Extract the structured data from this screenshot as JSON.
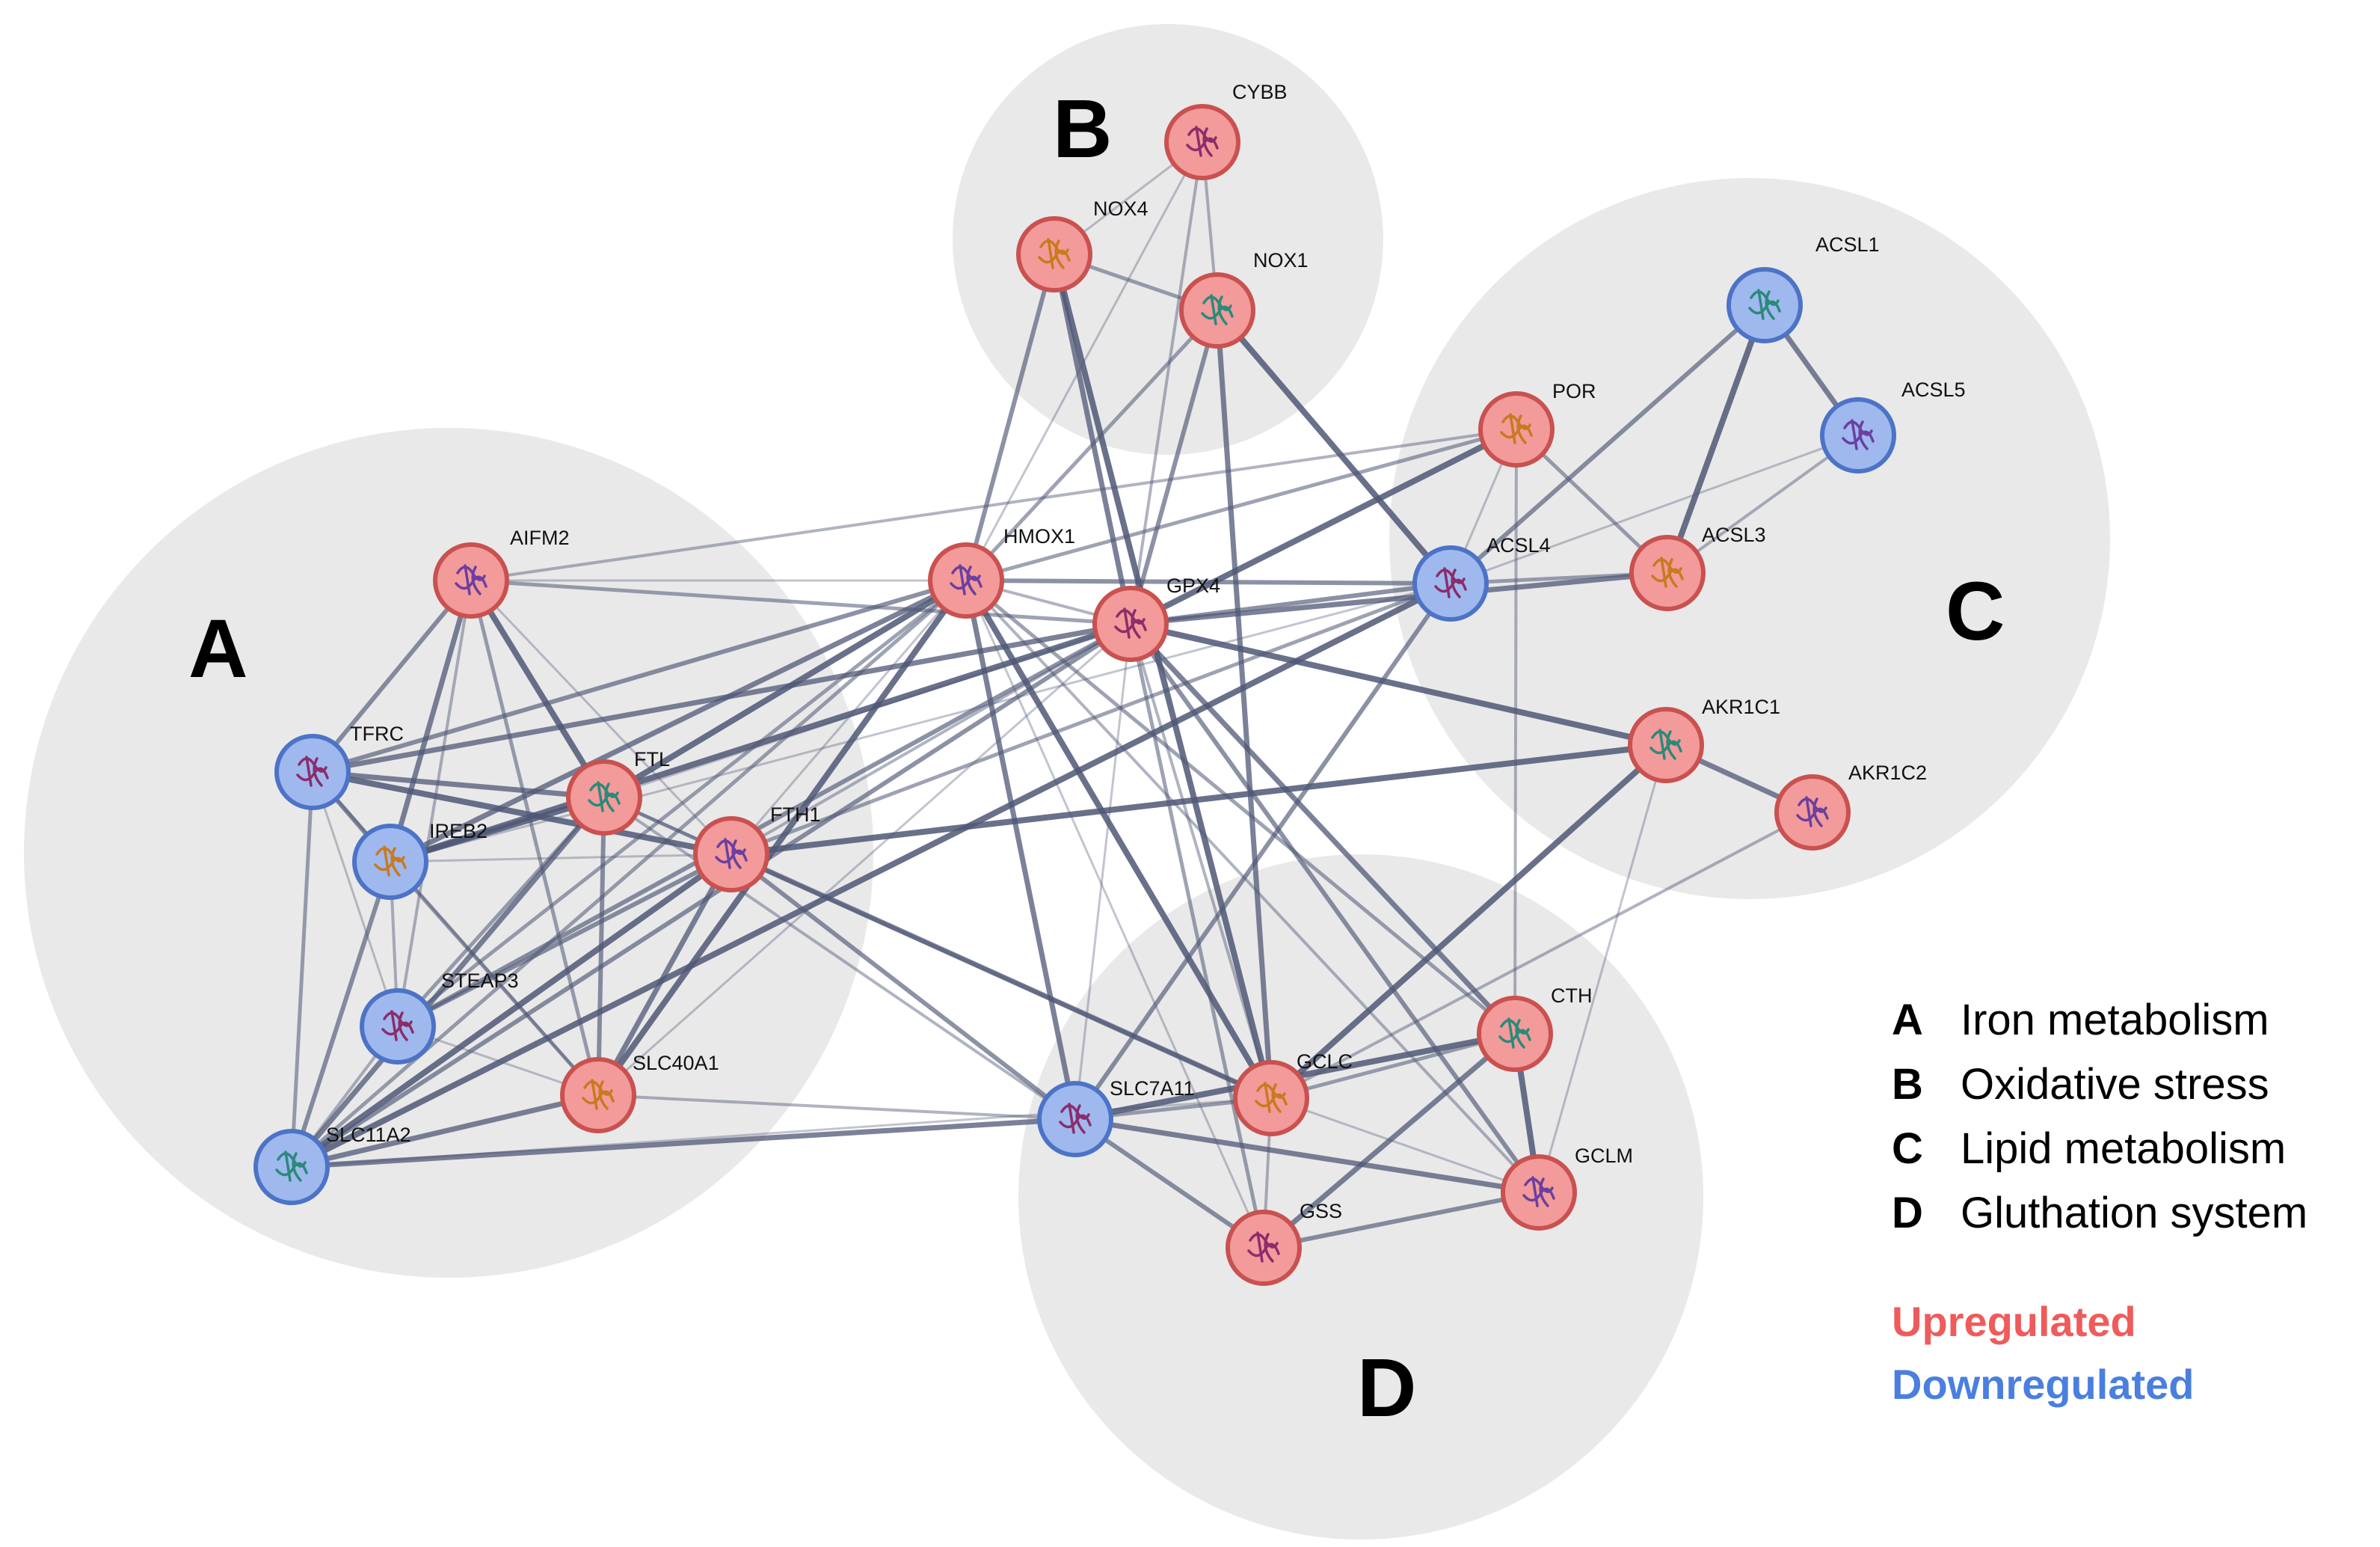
{
  "clusters": [
    {
      "id": "A",
      "label": "A",
      "description": "Iron metabolism"
    },
    {
      "id": "B",
      "label": "B",
      "description": "Oxidative stress"
    },
    {
      "id": "C",
      "label": "C",
      "description": "Lipid metabolism"
    },
    {
      "id": "D",
      "label": "D",
      "description": "Gluthation system"
    }
  ],
  "legend": {
    "upregulated": "Upregulated",
    "downregulated": "Downregulated",
    "upregulated_color": "#ef5b5b",
    "downregulated_color": "#4a7fe0"
  },
  "colors": {
    "upregulated_fill": "#f39a9a",
    "downregulated_fill": "#9fb8ee",
    "edge": "#4f5775",
    "cluster_background": "#e9e9e9"
  },
  "nodes": [
    {
      "id": "CYBB",
      "label": "CYBB",
      "status": "up",
      "cluster": "B"
    },
    {
      "id": "NOX4",
      "label": "NOX4",
      "status": "up",
      "cluster": "B"
    },
    {
      "id": "NOX1",
      "label": "NOX1",
      "status": "up",
      "cluster": "B"
    },
    {
      "id": "AIFM2",
      "label": "AIFM2",
      "status": "up",
      "cluster": "A"
    },
    {
      "id": "TFRC",
      "label": "TFRC",
      "status": "down",
      "cluster": "A"
    },
    {
      "id": "IREB2",
      "label": "IREB2",
      "status": "down",
      "cluster": "A"
    },
    {
      "id": "FTL",
      "label": "FTL",
      "status": "up",
      "cluster": "A"
    },
    {
      "id": "FTH1",
      "label": "FTH1",
      "status": "up",
      "cluster": "A"
    },
    {
      "id": "STEAP3",
      "label": "STEAP3",
      "status": "down",
      "cluster": "A"
    },
    {
      "id": "SLC40A1",
      "label": "SLC40A1",
      "status": "up",
      "cluster": "A"
    },
    {
      "id": "SLC11A2",
      "label": "SLC11A2",
      "status": "down",
      "cluster": "A"
    },
    {
      "id": "HMOX1",
      "label": "HMOX1",
      "status": "up",
      "cluster": "none"
    },
    {
      "id": "GPX4",
      "label": "GPX4",
      "status": "up",
      "cluster": "none"
    },
    {
      "id": "POR",
      "label": "POR",
      "status": "up",
      "cluster": "C"
    },
    {
      "id": "ACSL1",
      "label": "ACSL1",
      "status": "down",
      "cluster": "C"
    },
    {
      "id": "ACSL5",
      "label": "ACSL5",
      "status": "down",
      "cluster": "C"
    },
    {
      "id": "ACSL4",
      "label": "ACSL4",
      "status": "down",
      "cluster": "C"
    },
    {
      "id": "ACSL3",
      "label": "ACSL3",
      "status": "up",
      "cluster": "C"
    },
    {
      "id": "AKR1C1",
      "label": "AKR1C1",
      "status": "up",
      "cluster": "C"
    },
    {
      "id": "AKR1C2",
      "label": "AKR1C2",
      "status": "up",
      "cluster": "C"
    },
    {
      "id": "SLC7A11",
      "label": "SLC7A11",
      "status": "down",
      "cluster": "D"
    },
    {
      "id": "GCLC",
      "label": "GCLC",
      "status": "up",
      "cluster": "D"
    },
    {
      "id": "CTH",
      "label": "CTH",
      "status": "up",
      "cluster": "D"
    },
    {
      "id": "GCLM",
      "label": "GCLM",
      "status": "up",
      "cluster": "D"
    },
    {
      "id": "GSS",
      "label": "GSS",
      "status": "up",
      "cluster": "D"
    }
  ],
  "edges": [
    [
      "CYBB",
      "NOX4"
    ],
    [
      "CYBB",
      "NOX1"
    ],
    [
      "NOX4",
      "NOX1"
    ],
    [
      "NOX4",
      "HMOX1"
    ],
    [
      "NOX4",
      "GPX4"
    ],
    [
      "NOX4",
      "GCLC"
    ],
    [
      "CYBB",
      "HMOX1"
    ],
    [
      "CYBB",
      "GPX4"
    ],
    [
      "NOX1",
      "HMOX1"
    ],
    [
      "NOX1",
      "GPX4"
    ],
    [
      "NOX1",
      "GCLC"
    ],
    [
      "NOX1",
      "ACSL4"
    ],
    [
      "AIFM2",
      "HMOX1"
    ],
    [
      "AIFM2",
      "POR"
    ],
    [
      "AIFM2",
      "GPX4"
    ],
    [
      "AIFM2",
      "TFRC"
    ],
    [
      "AIFM2",
      "IREB2"
    ],
    [
      "AIFM2",
      "FTL"
    ],
    [
      "AIFM2",
      "FTH1"
    ],
    [
      "AIFM2",
      "STEAP3"
    ],
    [
      "AIFM2",
      "SLC40A1"
    ],
    [
      "TFRC",
      "IREB2"
    ],
    [
      "TFRC",
      "FTL"
    ],
    [
      "TFRC",
      "FTH1"
    ],
    [
      "TFRC",
      "STEAP3"
    ],
    [
      "TFRC",
      "SLC40A1"
    ],
    [
      "TFRC",
      "SLC11A2"
    ],
    [
      "TFRC",
      "HMOX1"
    ],
    [
      "TFRC",
      "GPX4"
    ],
    [
      "IREB2",
      "FTL"
    ],
    [
      "IREB2",
      "FTH1"
    ],
    [
      "IREB2",
      "STEAP3"
    ],
    [
      "IREB2",
      "SLC40A1"
    ],
    [
      "IREB2",
      "SLC11A2"
    ],
    [
      "IREB2",
      "HMOX1"
    ],
    [
      "IREB2",
      "GPX4"
    ],
    [
      "IREB2",
      "ACSL4"
    ],
    [
      "FTL",
      "FTH1"
    ],
    [
      "FTL",
      "STEAP3"
    ],
    [
      "FTL",
      "SLC40A1"
    ],
    [
      "FTL",
      "SLC11A2"
    ],
    [
      "FTL",
      "HMOX1"
    ],
    [
      "FTL",
      "GPX4"
    ],
    [
      "FTL",
      "SLC7A11"
    ],
    [
      "FTL",
      "GCLC"
    ],
    [
      "FTH1",
      "STEAP3"
    ],
    [
      "FTH1",
      "SLC40A1"
    ],
    [
      "FTH1",
      "SLC11A2"
    ],
    [
      "FTH1",
      "HMOX1"
    ],
    [
      "FTH1",
      "GPX4"
    ],
    [
      "FTH1",
      "ACSL4"
    ],
    [
      "FTH1",
      "SLC7A11"
    ],
    [
      "FTH1",
      "GCLC"
    ],
    [
      "FTH1",
      "AKR1C1"
    ],
    [
      "STEAP3",
      "SLC40A1"
    ],
    [
      "STEAP3",
      "SLC11A2"
    ],
    [
      "STEAP3",
      "HMOX1"
    ],
    [
      "STEAP3",
      "GPX4"
    ],
    [
      "SLC40A1",
      "SLC11A2"
    ],
    [
      "SLC40A1",
      "HMOX1"
    ],
    [
      "SLC40A1",
      "GPX4"
    ],
    [
      "SLC40A1",
      "SLC7A11"
    ],
    [
      "SLC11A2",
      "HMOX1"
    ],
    [
      "SLC11A2",
      "GPX4"
    ],
    [
      "SLC11A2",
      "SLC7A11"
    ],
    [
      "SLC11A2",
      "ACSL4"
    ],
    [
      "SLC11A2",
      "GCLC"
    ],
    [
      "HMOX1",
      "GPX4"
    ],
    [
      "HMOX1",
      "POR"
    ],
    [
      "HMOX1",
      "ACSL4"
    ],
    [
      "HMOX1",
      "SLC7A11"
    ],
    [
      "HMOX1",
      "GCLC"
    ],
    [
      "HMOX1",
      "GSS"
    ],
    [
      "HMOX1",
      "GCLM"
    ],
    [
      "HMOX1",
      "CTH"
    ],
    [
      "GPX4",
      "ACSL4"
    ],
    [
      "GPX4",
      "ACSL3"
    ],
    [
      "GPX4",
      "AKR1C1"
    ],
    [
      "GPX4",
      "SLC7A11"
    ],
    [
      "GPX4",
      "GCLC"
    ],
    [
      "GPX4",
      "GSS"
    ],
    [
      "GPX4",
      "GCLM"
    ],
    [
      "GPX4",
      "CTH"
    ],
    [
      "GPX4",
      "POR"
    ],
    [
      "POR",
      "ACSL4"
    ],
    [
      "POR",
      "CTH"
    ],
    [
      "POR",
      "ACSL3"
    ],
    [
      "ACSL1",
      "ACSL4"
    ],
    [
      "ACSL1",
      "ACSL5"
    ],
    [
      "ACSL1",
      "ACSL3"
    ],
    [
      "ACSL5",
      "ACSL4"
    ],
    [
      "ACSL5",
      "ACSL3"
    ],
    [
      "ACSL4",
      "ACSL3"
    ],
    [
      "ACSL4",
      "SLC7A11"
    ],
    [
      "AKR1C1",
      "AKR1C2"
    ],
    [
      "AKR1C1",
      "GCLC"
    ],
    [
      "AKR1C1",
      "GCLM"
    ],
    [
      "AKR1C2",
      "GCLC"
    ],
    [
      "SLC7A11",
      "GCLC"
    ],
    [
      "SLC7A11",
      "GSS"
    ],
    [
      "SLC7A11",
      "GCLM"
    ],
    [
      "SLC7A11",
      "CTH"
    ],
    [
      "GCLC",
      "GCLM"
    ],
    [
      "GCLC",
      "GSS"
    ],
    [
      "GCLC",
      "CTH"
    ],
    [
      "GSS",
      "GCLM"
    ],
    [
      "GSS",
      "CTH"
    ],
    [
      "CTH",
      "GCLM"
    ]
  ]
}
